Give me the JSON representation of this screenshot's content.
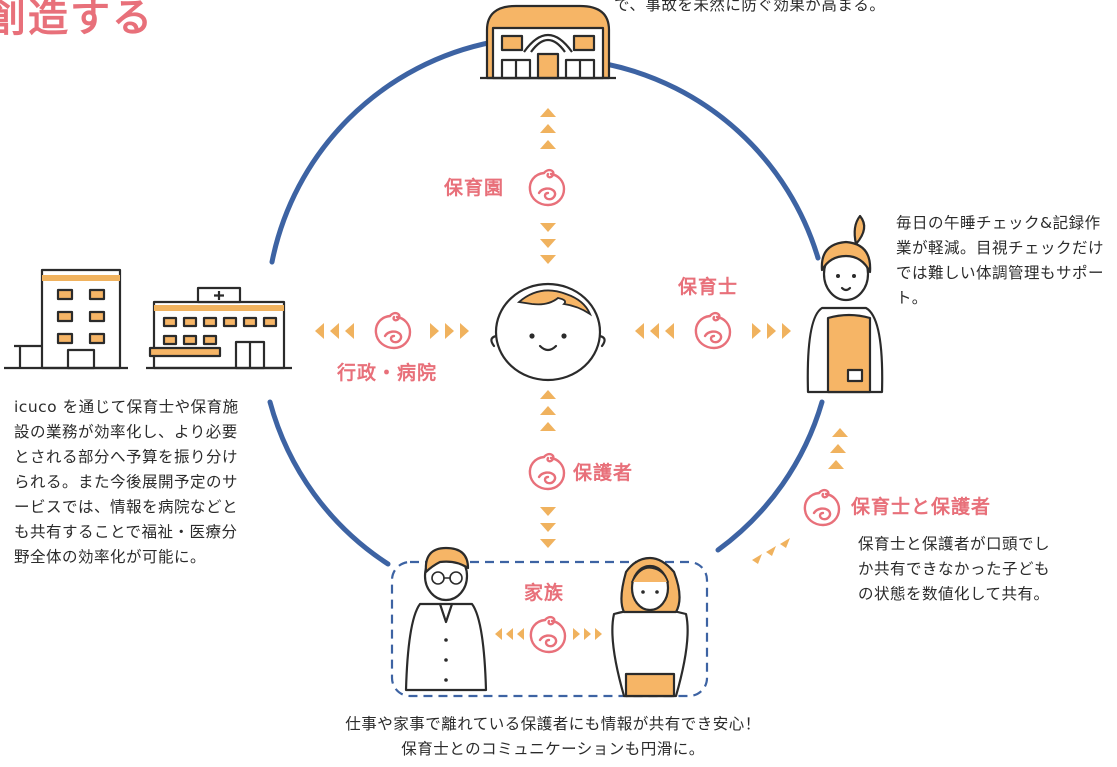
{
  "headline": "創造する",
  "colors": {
    "accent": "#e8707a",
    "circle": "#3d63a3",
    "arrow": "#f0b25e",
    "text": "#2b2b2b",
    "fill_orange": "#f6b566"
  },
  "descriptions": {
    "top_right": "で、事故を未然に防ぐ効果が高まる。",
    "right": "毎日の午睡チェック&記録作業が軽減。目視チェックだけでは難しい体調管理もサポート。",
    "left": "icuco を通じて保育士や保育施設の業務が効率化し、より必要とされる部分へ予算を振り分けられる。また今後展開予定のサービスでは、情報を病院などとも共有することで福祉・医療分野全体の効率化が可能に。",
    "bottom_right": "保育士と保護者が口頭でしか共有できなかった子どもの状態を数値化して共有。",
    "bottom": "仕事や家事で離れている保護者にも情報が共有でき安心！保育士とのコミュニケーションも円滑に。"
  },
  "labels": {
    "nursery": "保育園",
    "caregiver": "保育士",
    "government_hospital": "行政・病院",
    "guardian": "保護者",
    "family": "家族",
    "caregiver_guardian": "保育士と保護者"
  },
  "icons": {
    "baby_mark": "baby-face-icon",
    "nursery_building": "nursery-building-icon",
    "government_building": "government-building-icon",
    "hospital_building": "hospital-building-icon",
    "baby": "baby-illustration",
    "caregiver": "caregiver-illustration",
    "father": "father-illustration",
    "mother": "mother-illustration"
  }
}
